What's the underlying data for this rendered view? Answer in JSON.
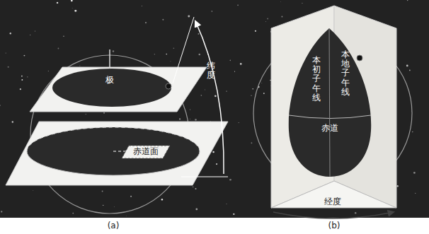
{
  "diagram": {
    "labels": [
      "极",
      "赤道面",
      "纬度",
      "本初子午线",
      "本地子午线",
      "赤道",
      "经度",
      "(a)",
      "(b)"
    ]
  }
}
